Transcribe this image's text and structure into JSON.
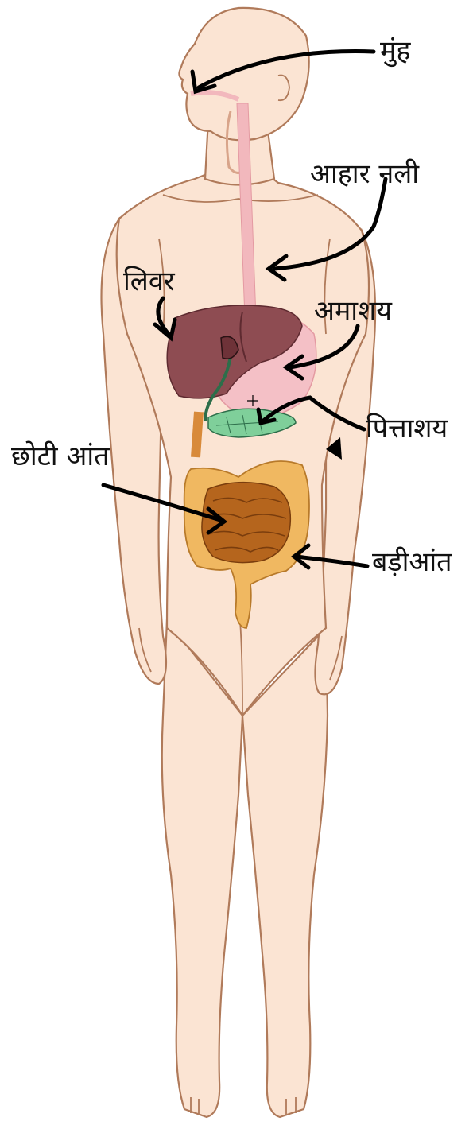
{
  "colors": {
    "skin": "#fbe4d3",
    "outline": "#b07a5a",
    "esophagus": "#f2b8bd",
    "stomach": "#f4c0c6",
    "liver": "#8e4c52",
    "liver_dark": "#6e3238",
    "pancreas": "#7fcf9a",
    "small_intestine": "#b5651d",
    "large_intestine": "#f0b861",
    "arrow": "#000000"
  },
  "labels": {
    "mouth": "मुंह",
    "esophagus": "आहार नली",
    "liver": "लिवर",
    "stomach": "अमाशय",
    "gallbladder": "पित्ताशय",
    "small_intestine": "छोटी आंत",
    "large_intestine": "बड़ीआंत"
  }
}
